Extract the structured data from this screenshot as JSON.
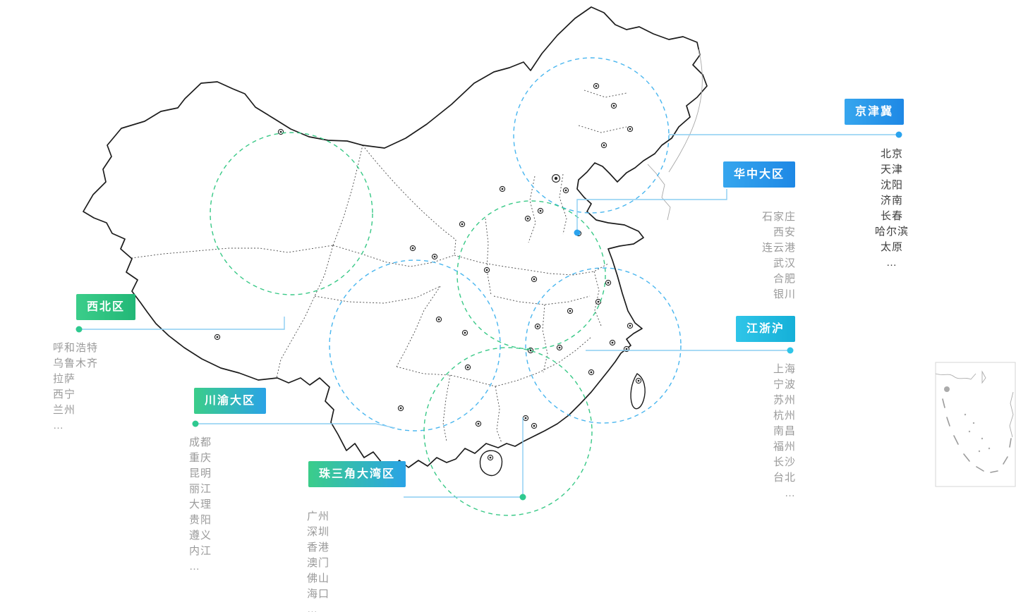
{
  "colors": {
    "label-blue-1": "#36a6ee",
    "label-blue-2": "#1e88e5",
    "label-green-1": "#3bcd8a",
    "label-green-2": "#22b877",
    "label-cyan-1": "#2fc5e8",
    "label-cyan-2": "#15b0d8",
    "label-mix-1": "#3bcd8a",
    "label-mix-2": "#2aa3e6",
    "connector": "#8ccdf2",
    "dot-blue": "#2aa3ee",
    "dot-green": "#2ec98f",
    "dot-cyan": "#2fc5e8",
    "circle-blue": "#49b6ef",
    "circle-green": "#39c987",
    "map-stroke": "#1c1c1c",
    "city-dark": "#3d3d3d",
    "city-gray": "#9a9a9a"
  },
  "regions": [
    {
      "id": "jingjinji",
      "label": "京津冀",
      "style": "blue",
      "cities": [
        "北京",
        "天津",
        "沈阳",
        "济南",
        "长春",
        "哈尔滨",
        "太原",
        "…"
      ]
    },
    {
      "id": "huazhong",
      "label": "华中大区",
      "style": "blue",
      "cities": [
        "石家庄",
        "西安",
        "连云港",
        "武汉",
        "合肥",
        "银川"
      ]
    },
    {
      "id": "xibei",
      "label": "西北区",
      "style": "green",
      "cities": [
        "呼和浩特",
        "乌鲁木齐",
        "拉萨",
        "西宁",
        "兰州",
        "…"
      ]
    },
    {
      "id": "jiangzhehu",
      "label": "江浙沪",
      "style": "cyan",
      "cities": [
        "上海",
        "宁波",
        "苏州",
        "杭州",
        "南昌",
        "福州",
        "长沙",
        "台北",
        "…"
      ]
    },
    {
      "id": "chuanyu",
      "label": "川渝大区",
      "style": "mix",
      "cities": [
        "成都",
        "重庆",
        "昆明",
        "丽江",
        "大理",
        "贵阳",
        "遵义",
        "内江",
        "…"
      ]
    },
    {
      "id": "zhusanjiao",
      "label": "珠三角大湾区",
      "style": "mix",
      "cities": [
        "广州",
        "深圳",
        "香港",
        "澳门",
        "佛山",
        "海口",
        "…"
      ]
    }
  ]
}
